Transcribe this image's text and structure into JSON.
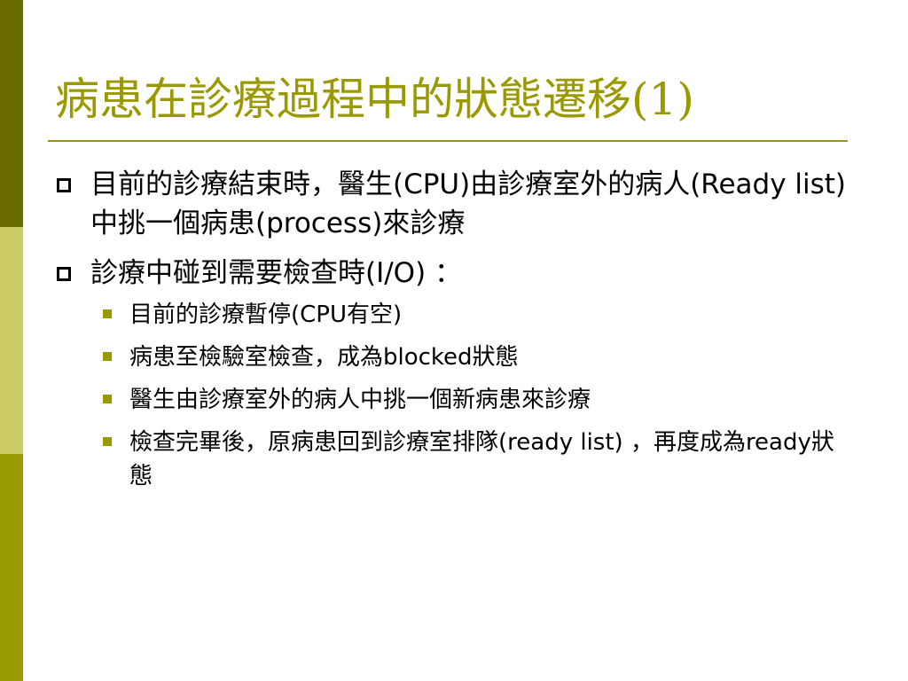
{
  "theme": {
    "bar_top": "#6b6b00",
    "bar_middle": "#cccc66",
    "bar_bottom": "#999900",
    "title_color": "#9a9a00",
    "rule_color": "#9a9a00",
    "sub_bullet_color": "#999900",
    "text_color": "#000000"
  },
  "slide": {
    "title": "病患在診療過程中的狀態遷移(1)",
    "items": [
      {
        "text": "目前的診療結束時，醫生(CPU)由診療室外的病人(Ready list)中挑一個病患(process)來診療",
        "subitems": []
      },
      {
        "text": "診療中碰到需要檢查時(I/O)  ：",
        "subitems": [
          "目前的診療暫停(CPU有空)",
          "病患至檢驗室檢查，成為blocked狀態",
          "醫生由診療室外的病人中挑一個新病患來診療",
          "檢查完畢後，原病患回到診療室排隊(ready list) ，再度成為ready狀態"
        ]
      }
    ]
  }
}
